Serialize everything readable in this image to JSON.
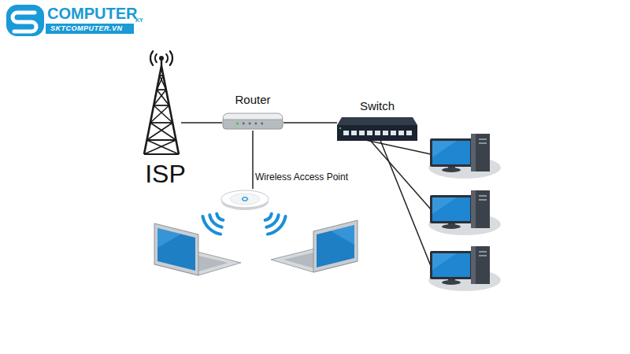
{
  "diagram": {
    "nodes": [
      {
        "text": [
          "ISP"
        ]
      },
      {
        "text": [
          "Router"
        ]
      },
      {
        "text": [
          "Switch"
        ]
      },
      {
        "text": [
          "Wireless Access Point"
        ]
      }
    ],
    "edges": [
      {
        "from": 0,
        "to": 1,
        "arrow": "none"
      },
      {
        "from": 1,
        "to": 2,
        "arrow": "none"
      },
      {
        "from": 1,
        "to": 3,
        "arrow": "none"
      }
    ],
    "labels": [
      "COMPUTER",
      "KY",
      "SKTCOMPUTER.VN"
    ]
  }
}
